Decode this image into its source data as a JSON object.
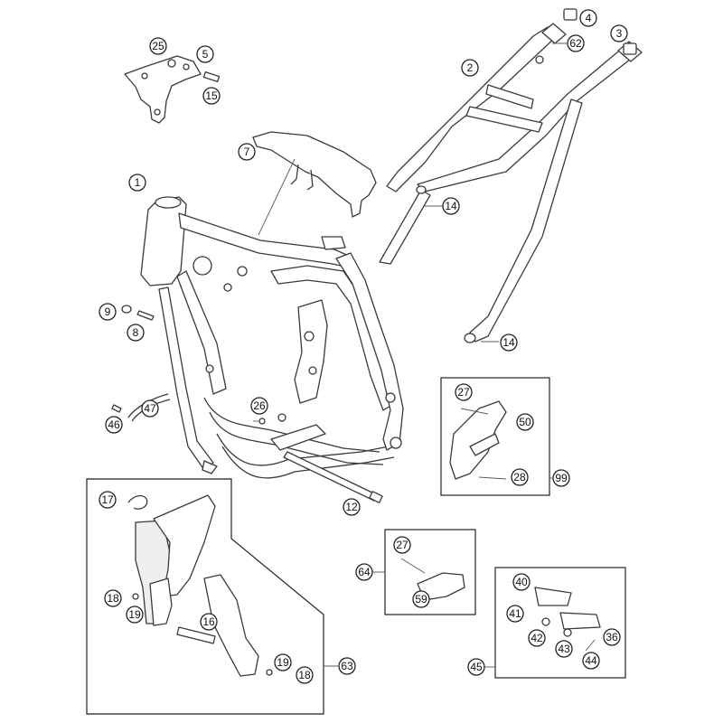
{
  "callouts": {
    "c1": "1",
    "c2": "2",
    "c3": "3",
    "c4": "4",
    "c5": "5",
    "c7": "7",
    "c8": "8",
    "c9": "9",
    "c12": "12",
    "c14a": "14",
    "c14b": "14",
    "c15": "15",
    "c16": "16",
    "c17": "17",
    "c18a": "18",
    "c18b": "18",
    "c19a": "19",
    "c19b": "19",
    "c25": "25",
    "c26": "26",
    "c27a": "27",
    "c27b": "27",
    "c28": "28",
    "c36": "36",
    "c40": "40",
    "c41": "41",
    "c42": "42",
    "c43": "43",
    "c44": "44",
    "c45": "45",
    "c46": "46",
    "c47": "47",
    "c50": "50",
    "c59": "59",
    "c62": "62",
    "c63": "63",
    "c64": "64",
    "c99": "99"
  },
  "colors": {
    "line": "#3a3a3a",
    "background": "#ffffff"
  }
}
